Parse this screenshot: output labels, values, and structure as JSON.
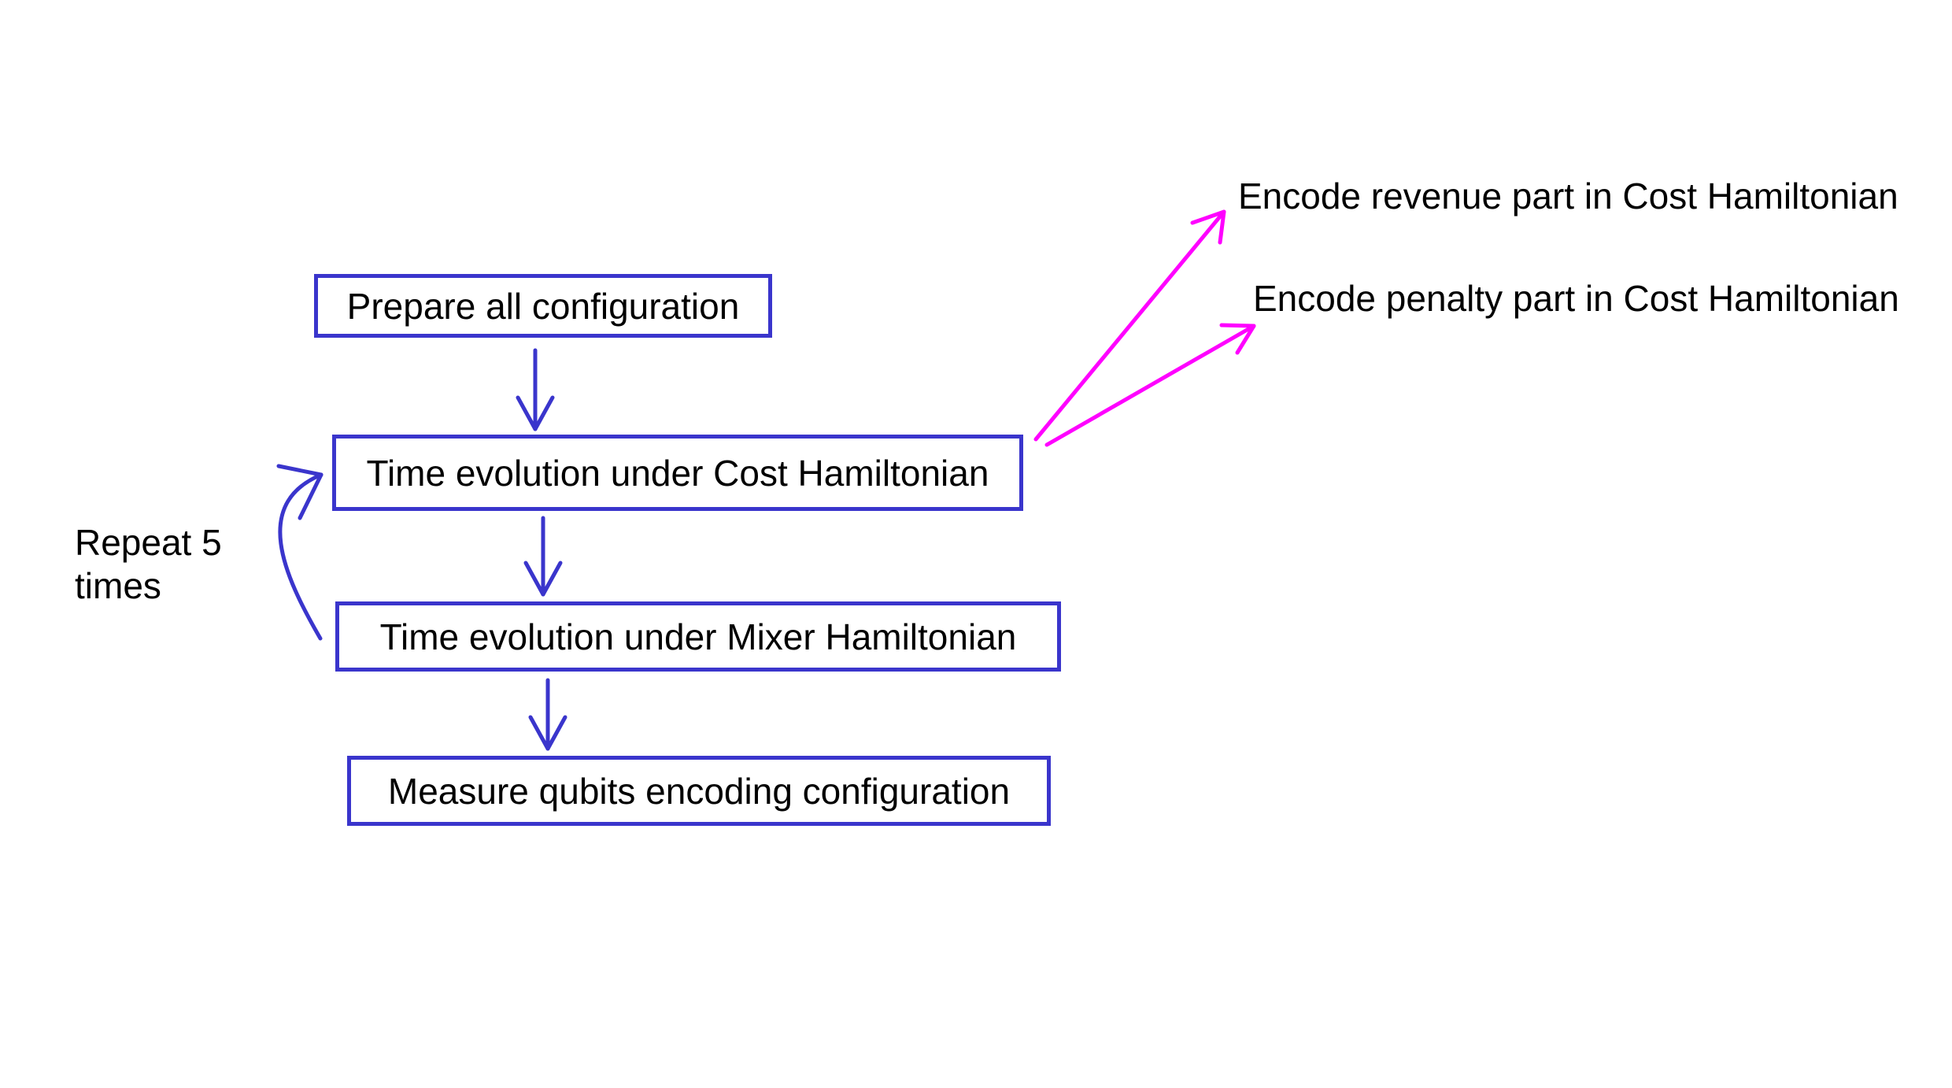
{
  "colors": {
    "flow": "#3a35cc",
    "annotation": "#ff00ff",
    "text": "#000000"
  },
  "steps": [
    {
      "label": "Prepare all configuration"
    },
    {
      "label": "Time evolution under Cost Hamiltonian"
    },
    {
      "label": "Time evolution under Mixer Hamiltonian"
    },
    {
      "label": "Measure qubits encoding configuration"
    }
  ],
  "loop": {
    "line1": "Repeat 5",
    "line2": "times"
  },
  "annotations": [
    {
      "label": "Encode revenue part in Cost Hamiltonian"
    },
    {
      "label": "Encode penalty part in Cost Hamiltonian"
    }
  ]
}
